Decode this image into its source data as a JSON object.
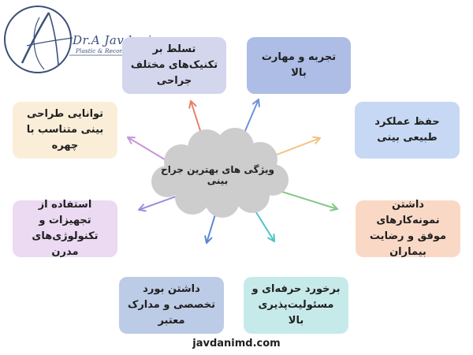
{
  "logo": {
    "name": "Dr.A Javdani",
    "subtitle": "Plastic & Reconstructive Surgeon",
    "brand_color": "#3c4f7a"
  },
  "center": {
    "label": "ویژگی های بهترین جراح بینی",
    "cloud_color": "#cdcdcd"
  },
  "cards": [
    {
      "id": "techniques",
      "text": "تسلط بر تکنیک‌های مختلف جراحی",
      "bg": "#d4d6ee",
      "arrow": "#e5806a"
    },
    {
      "id": "experience",
      "text": "تجربه و مهارت بالا",
      "bg": "#aebde6",
      "arrow": "#6d93d8"
    },
    {
      "id": "natural",
      "text": "حفظ عملکرد طبیعی بینی",
      "bg": "#c7d8f4",
      "arrow": "#f4c27e"
    },
    {
      "id": "portfolio",
      "text": "داشتن نمونه‌کارهای موفق و رضایت بیماران",
      "bg": "#f9d9c6",
      "arrow": "#84c784"
    },
    {
      "id": "behavior",
      "text": "برخورد حرفه‌ای و مسئولیت‌پذیری بالا",
      "bg": "#c6eaea",
      "arrow": "#4fc4c4"
    },
    {
      "id": "certificate",
      "text": "داشتن بورد تخصصی و مدارک معتبر",
      "bg": "#bccbe6",
      "arrow": "#5a86d6"
    },
    {
      "id": "equipment",
      "text": "استفاده از تجهیزات و تکنولوژی‌های مدرن",
      "bg": "#ebdaf2",
      "arrow": "#a08ed8"
    },
    {
      "id": "design",
      "text": "توانایی طراحی بینی متناسب با چهره",
      "bg": "#fbeed8",
      "arrow": "#c895d8"
    }
  ],
  "footer": {
    "url": "javdanimd.com"
  }
}
